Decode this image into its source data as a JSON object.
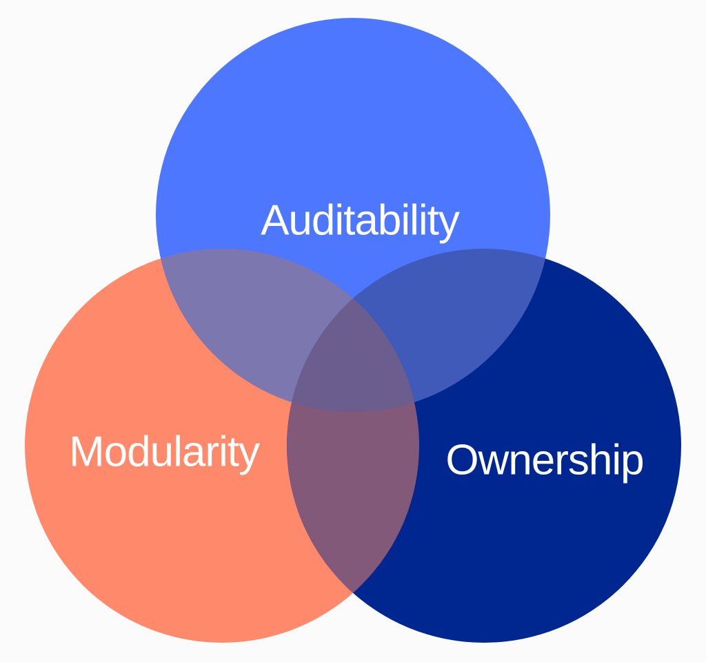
{
  "diagram": {
    "type": "venn",
    "sets": [
      {
        "id": "top",
        "label": "Auditability",
        "color": "#4d77ff"
      },
      {
        "id": "left",
        "label": "Modularity",
        "color": "#ff8a6b"
      },
      {
        "id": "right",
        "label": "Ownership",
        "color": "#00278f"
      }
    ],
    "background": "#fbfbfc",
    "label_color": "#ffffff",
    "overlap_colors": {
      "left-top": "#7d77b0",
      "top-right": "#3f5ab8",
      "left-right": "#83597a",
      "center": "#6b5e8f"
    }
  }
}
